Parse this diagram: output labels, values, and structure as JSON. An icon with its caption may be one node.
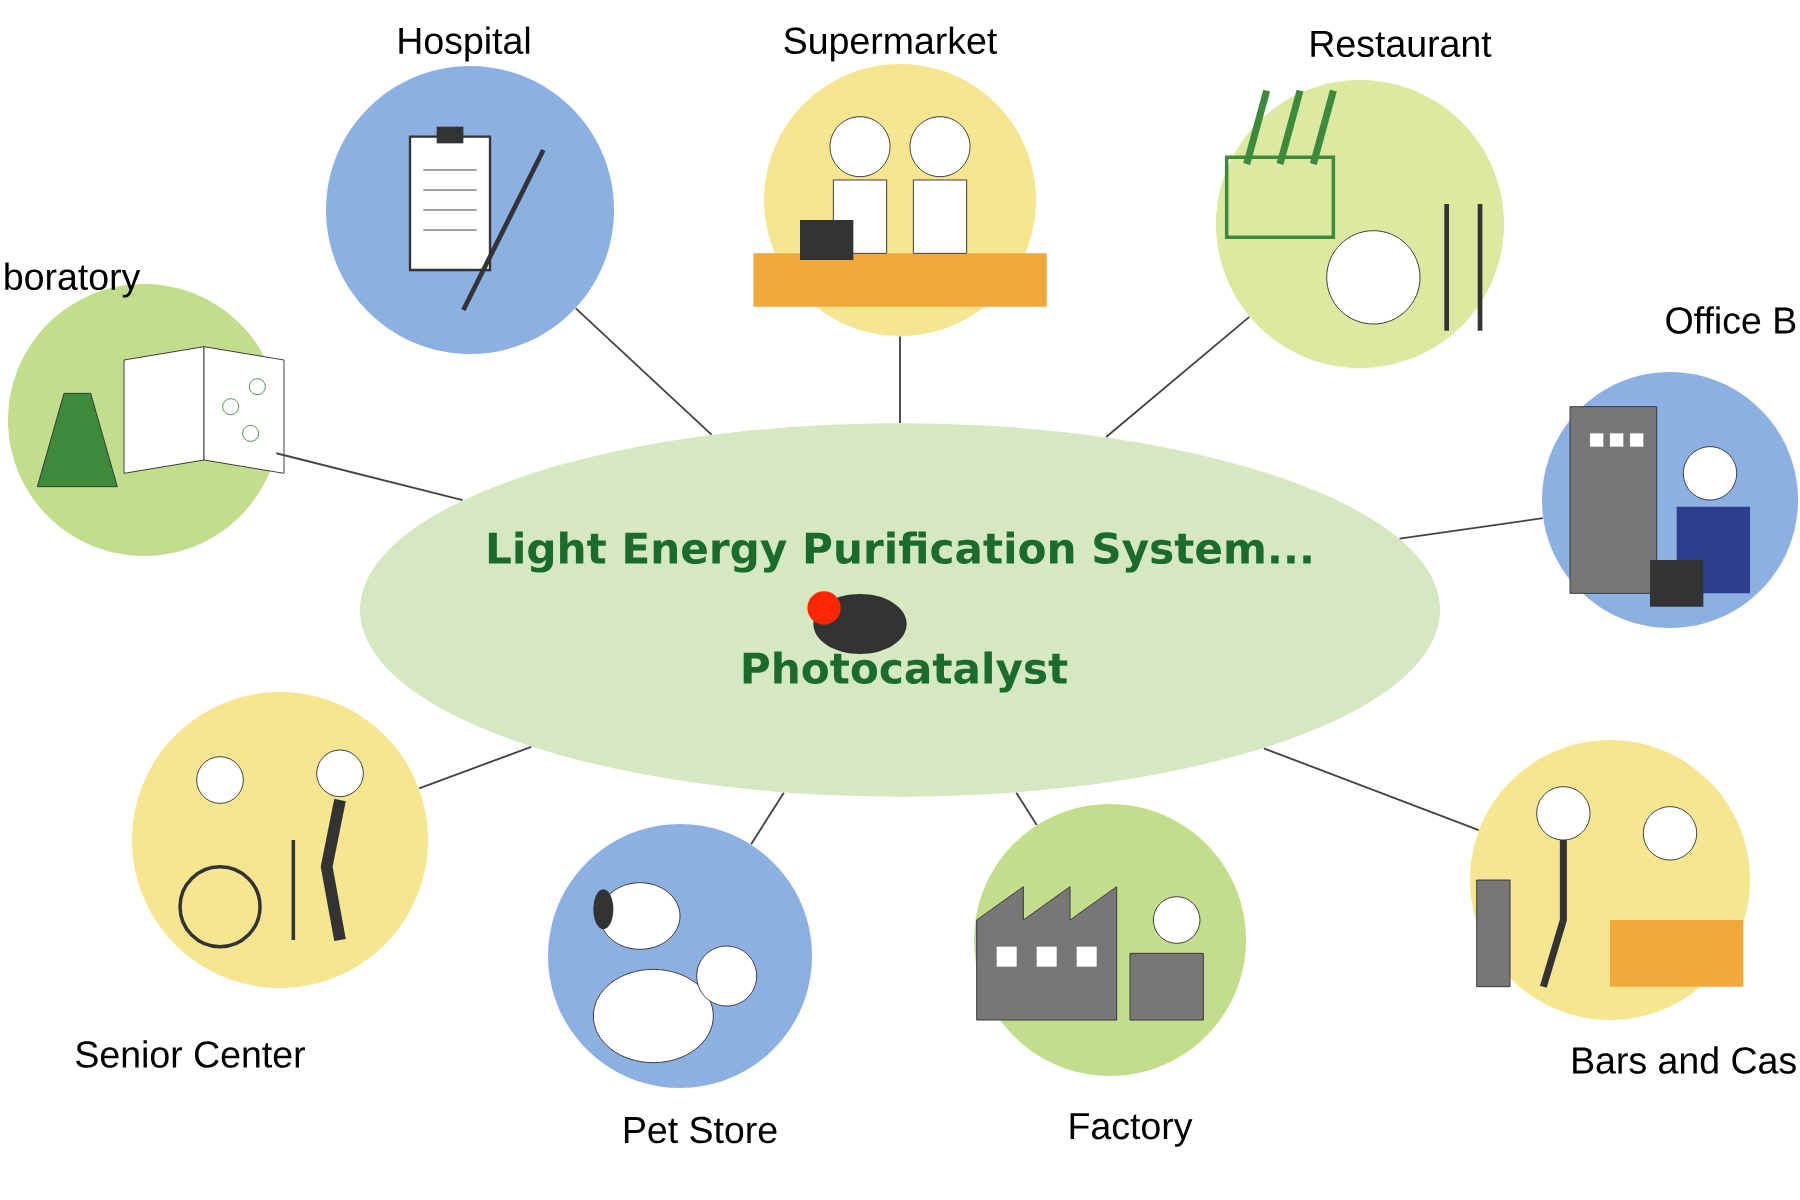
{
  "diagram": {
    "nodes": [
      {
        "text": [
          "Hospital"
        ]
      },
      {
        "text": [
          "Supermarket"
        ]
      },
      {
        "text": [
          "Restaurant"
        ]
      },
      {
        "text": [
          "boratory"
        ]
      },
      {
        "text": [
          "Office B"
        ]
      },
      {
        "text": [
          "Light Energy Purification System...",
          "Photocatalyst"
        ]
      },
      {
        "text": [
          "Senior Center"
        ]
      },
      {
        "text": [
          "Bars and Cas"
        ]
      },
      {
        "text": [
          "Pet Store"
        ]
      },
      {
        "text": [
          "Factory"
        ]
      }
    ],
    "edges": [
      {
        "from": 5,
        "to": 0,
        "arrow": "none"
      },
      {
        "from": 5,
        "to": 1,
        "arrow": "none"
      },
      {
        "from": 5,
        "to": 2,
        "arrow": "none"
      },
      {
        "from": 5,
        "to": 3,
        "arrow": "none"
      },
      {
        "from": 5,
        "to": 4,
        "arrow": "none"
      },
      {
        "from": 5,
        "to": 6,
        "arrow": "none"
      },
      {
        "from": 5,
        "to": 7,
        "arrow": "none"
      },
      {
        "from": 5,
        "to": 8,
        "arrow": "none"
      },
      {
        "from": 5,
        "to": 9,
        "arrow": "none"
      }
    ]
  }
}
